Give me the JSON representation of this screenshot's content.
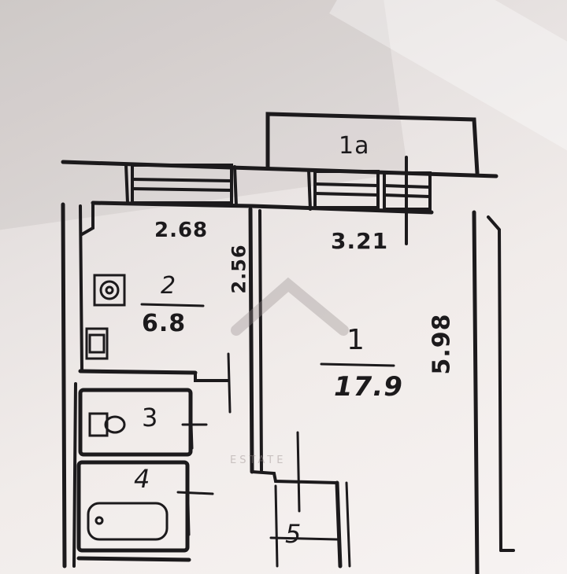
{
  "plan": {
    "balcony_label": "1a",
    "rooms": [
      {
        "number": "1",
        "area": "17.9"
      },
      {
        "number": "2",
        "area": "6.8"
      },
      {
        "number": "3"
      },
      {
        "number": "4"
      },
      {
        "number": "5"
      }
    ],
    "dimensions": {
      "kitchen_width": "2.68",
      "kitchen_depth": "2.56",
      "room_width": "3.21",
      "room_depth": "5.98"
    },
    "watermark": "ESTATE"
  }
}
